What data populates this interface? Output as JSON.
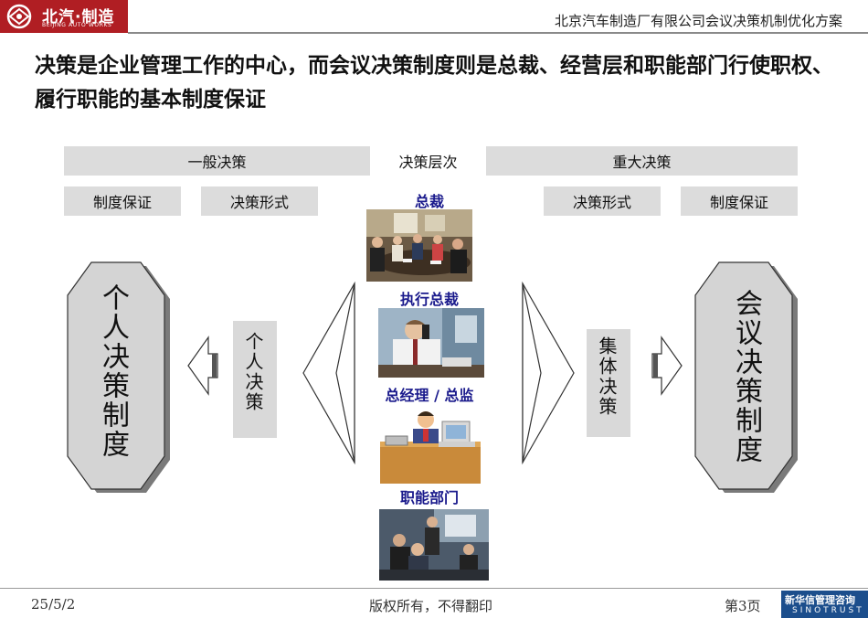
{
  "header": {
    "logo_text": "北汽·制造",
    "logo_sub": "BEIJING AUTO WORKS",
    "title": "北京汽车制造厂有限公司会议决策机制优化方案"
  },
  "headline": "决策是企业管理工作的中心，而会议决策制度则是总裁、经营层和职能部门行使职权、履行职能的基本制度保证",
  "top_bar": {
    "left": "一般决策",
    "center": "决策层次",
    "right": "重大决策"
  },
  "sub_bar": {
    "left_a": "制度保证",
    "left_b": "决策形式",
    "right_a": "决策形式",
    "right_b": "制度保证"
  },
  "levels": [
    "总裁",
    "执行总裁",
    "总经理 / 总监",
    "职能部门"
  ],
  "left_octagon": "个人决策制度",
  "left_vertical": "个人决策",
  "right_octagon": "会议决策制度",
  "right_vertical": "集体决策",
  "footer": {
    "date": "25/5/2",
    "copyright": "版权所有，不得翻印",
    "page": "第3页",
    "brand_cn": "新华信管理咨询",
    "brand_en": "SINOTRUST"
  },
  "colors": {
    "brand_red": "#b01e23",
    "level_label_blue": "#1a1a8c",
    "bar_gray": "#dcdcdc",
    "octagon_gray": "#d4d4d4",
    "sinotrust_blue": "#1c4e8c"
  }
}
